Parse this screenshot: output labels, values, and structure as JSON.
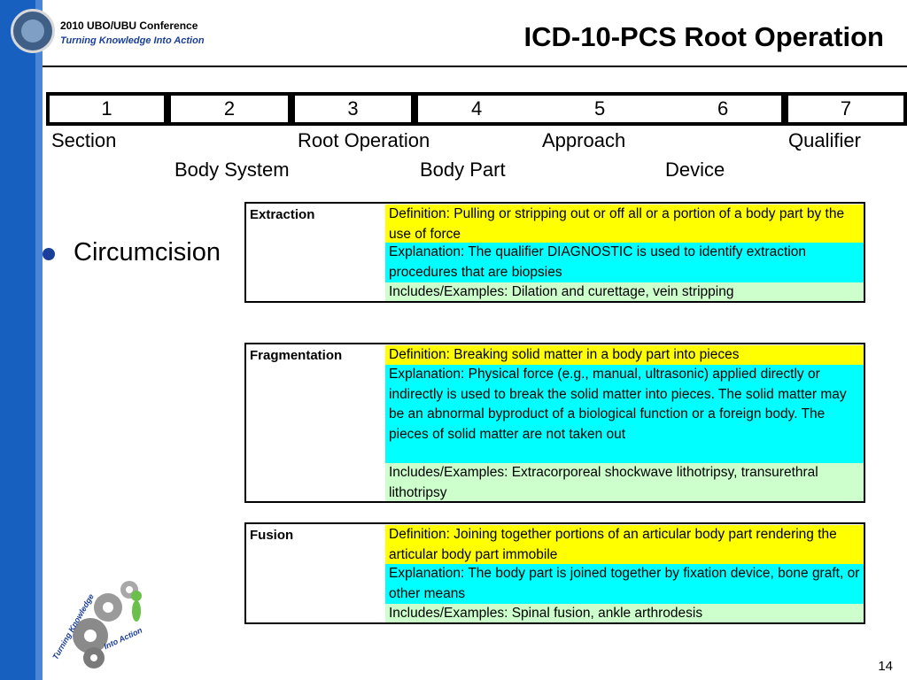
{
  "conference": {
    "title": "2010 UBO/UBU Conference",
    "subtitle": "Turning Knowledge Into Action"
  },
  "page_title": "ICD-10-PCS Root Operation",
  "code_digits": [
    "1",
    "2",
    "3",
    "4",
    "5",
    "6",
    "7"
  ],
  "characters_top": [
    "Section",
    "Root Operation",
    "Approach",
    "Qualifier"
  ],
  "characters_bottom": [
    "Body System",
    "Body Part",
    "Device"
  ],
  "bullet": "Circumcision",
  "operations": [
    {
      "name": "Extraction",
      "definition": "Definition: Pulling or stripping out or off all or a portion of a body part by the use of force",
      "explanation": "Explanation: The qualifier DIAGNOSTIC is used to identify extraction procedures that are biopsies",
      "includes": "Includes/Examples: Dilation and curettage, vein stripping"
    },
    {
      "name": "Fragmentation",
      "definition": "Definition: Breaking solid matter in a body part into pieces",
      "explanation": "Explanation: Physical force (e.g., manual, ultrasonic) applied directly or indirectly is used to break the solid matter into pieces. The solid matter may be an abnormal byproduct of a biological function or a foreign body. The pieces of solid matter are not taken out",
      "includes": "Includes/Examples: Extracorporeal shockwave lithotripsy, transurethral lithotripsy"
    },
    {
      "name": "Fusion",
      "definition": "Definition: Joining together portions of an articular body part rendering the articular body part immobile",
      "explanation": "Explanation: The body part is joined together by fixation device, bone graft, or other means",
      "includes": "Includes/Examples: Spinal fusion, ankle arthrodesis"
    }
  ],
  "logo": {
    "text_top": "Turning Knowledge",
    "text_bottom": "Into Action"
  },
  "page_number": "14",
  "colors": {
    "definition_bg": "#ffff00",
    "explanation_bg": "#00ffff",
    "includes_bg": "#ccffcc",
    "left_bar": "#1860c0",
    "accent_blue": "#1a3f9a"
  }
}
